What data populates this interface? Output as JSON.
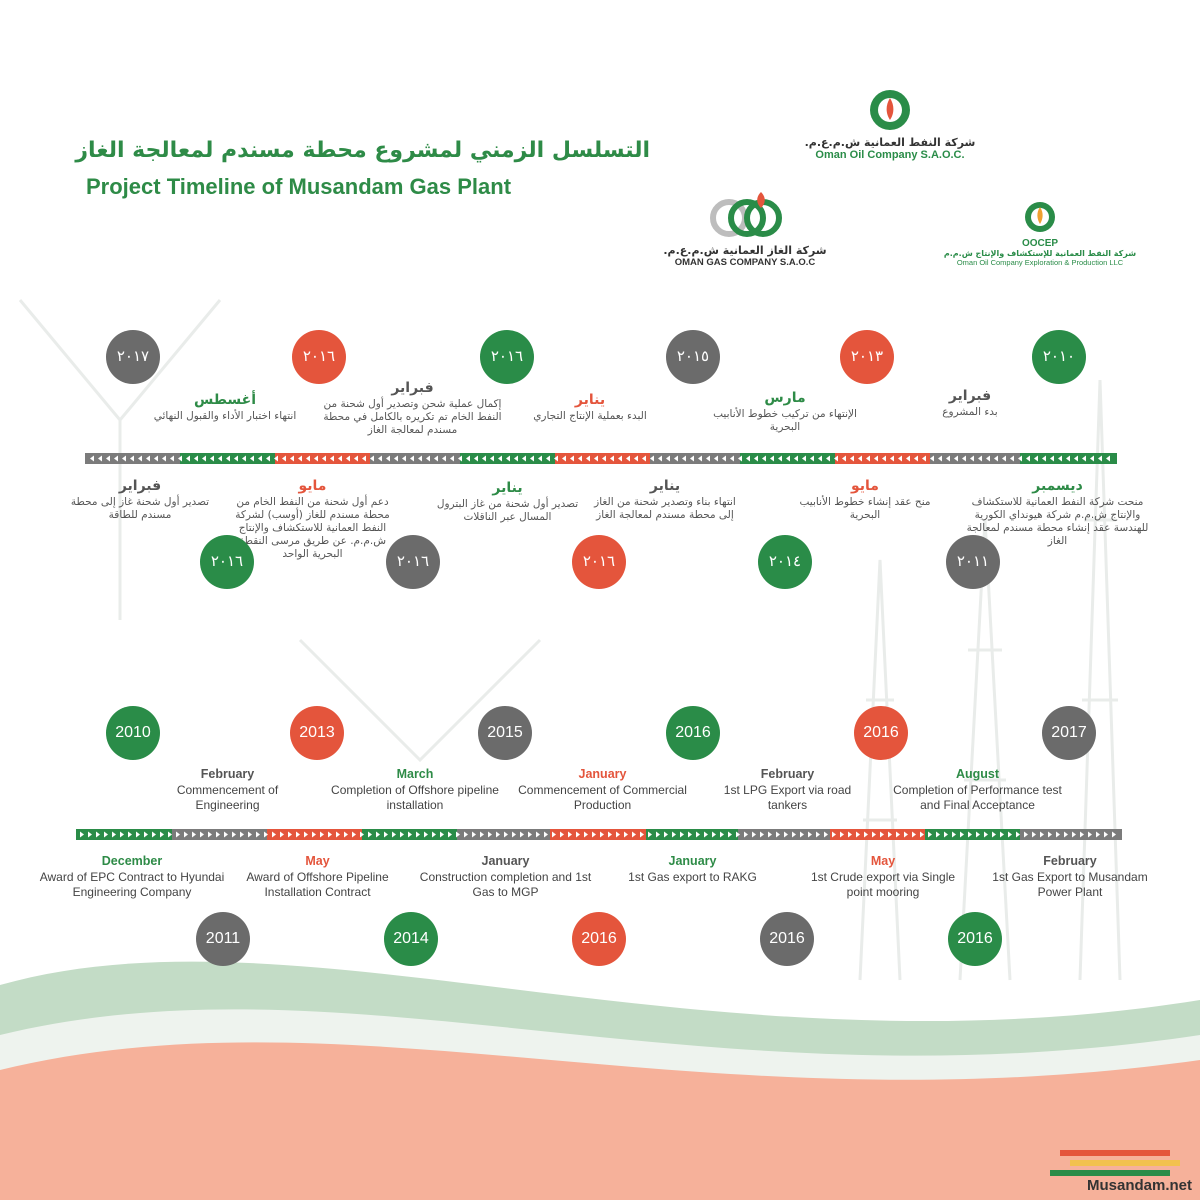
{
  "header": {
    "title_ar": "التسلسل الزمني لمشروع محطة مسندم لمعالجة الغاز",
    "title_en": "Project Timeline of Musandam Gas Plant"
  },
  "logos": {
    "oman_oil": {
      "ar": "شركة النفط العمانية ش.م.ع.م.",
      "en": "Oman Oil Company S.A.O.C."
    },
    "omangas": {
      "ar": "شركة الغاز العمانية ش.م.ع.م.",
      "en": "OMAN GAS COMPANY S.A.O.C"
    },
    "oocep": {
      "name": "OOCEP",
      "ar": "شركة النفط العمانية للإستكشاف والإنتاج ش.م.م",
      "en": "Oman Oil Company Exploration & Production LLC"
    }
  },
  "watermark": "Musandam.net",
  "colors": {
    "green": "#2a8c48",
    "red": "#e4553c",
    "gray": "#6b6b6b",
    "title": "#2e8b47"
  },
  "arabic_timeline": {
    "top": [
      {
        "year": "٢٠١٠",
        "color": "green",
        "month": "فبراير",
        "desc": "بدء المشروع"
      },
      {
        "year": "٢٠١٣",
        "color": "red",
        "month": "مارس",
        "desc": "الإنتهاء من تركيب خطوط الأنابيب البحرية"
      },
      {
        "year": "٢٠١٥",
        "color": "gray",
        "month": "يناير",
        "desc": "البدء بعملية الإنتاج التجاري"
      },
      {
        "year": "٢٠١٦",
        "color": "green",
        "month": "يناير",
        "desc": "تصدير أول شحنة من غاز البترول المسال عبر الناقلات"
      },
      {
        "year": "٢٠١٦",
        "color": "red",
        "month": "فبراير",
        "desc": "إكمال عملية شحن وتصدير أول شحنة من النفط الخام تم تكريره بالكامل في محطة مسندم لمعالجة الغاز"
      },
      {
        "year": "٢٠١٧",
        "color": "gray",
        "month": "أغسطس",
        "desc": "انتهاء اختبار الأداء والقبول النهائي"
      }
    ],
    "bottom": [
      {
        "year": "٢٠١١",
        "color": "gray",
        "month": "ديسمبر",
        "desc": "منحت شركة النفط العمانية للاستكشاف والإنتاج ش.م.م شركة هيونداي الكورية للهندسة عقد إنشاء محطة مسندم لمعالجة الغاز"
      },
      {
        "year": "٢٠١٤",
        "color": "green",
        "month": "مايو",
        "desc": "منح عقد إنشاء خطوط الأنابيب البحرية"
      },
      {
        "year": "٢٠١٦",
        "color": "red",
        "month": "يناير",
        "desc": "انتهاء بناء وتصدير شحنة من الغاز إلى محطة مسندم لمعالجة الغاز"
      },
      {
        "year": "٢٠١٦",
        "color": "gray",
        "month": "مايو",
        "desc": "دعم أول شحنة من النفط الخام من محطة مسندم للغاز (أوسب) لشركة النفط العمانية للاستكشاف والإنتاج ش.م.م. عن طريق مرسى النقطة البحرية الواحد"
      },
      {
        "year": "٢٠١٦",
        "color": "green",
        "month": "فبراير",
        "desc": "تصدير أول شحنة غاز إلى محطة مسندم للطاقة"
      }
    ]
  },
  "english_timeline": {
    "top": [
      {
        "year": "2010",
        "color": "green",
        "month": "February",
        "desc": "Commencement of Engineering"
      },
      {
        "year": "2013",
        "color": "red",
        "month": "March",
        "desc": "Completion of Offshore pipeline installation"
      },
      {
        "year": "2015",
        "color": "gray",
        "month": "January",
        "desc": "Commencement of Commercial Production"
      },
      {
        "year": "2016",
        "color": "green",
        "month": "February",
        "desc": "1st LPG Export via road tankers"
      },
      {
        "year": "2016",
        "color": "red",
        "month": "August",
        "desc": "Completion of Performance test and Final Acceptance"
      },
      {
        "year": "2017",
        "color": "gray",
        "month": "",
        "desc": ""
      }
    ],
    "bottom": [
      {
        "year": "2011",
        "color": "gray",
        "month": "December",
        "desc": "Award of EPC Contract to Hyundai Engineering Company"
      },
      {
        "year": "2014",
        "color": "green",
        "month": "May",
        "desc": "Award of Offshore Pipeline Installation Contract"
      },
      {
        "year": "2016",
        "color": "red",
        "month": "January",
        "desc": "Construction completion and 1st Gas to MGP"
      },
      {
        "year": "2016",
        "color": "gray",
        "month": "January",
        "desc": "1st Gas export to RAKG"
      },
      {
        "year": "2016",
        "color": "green",
        "month": "May",
        "desc": "1st Crude export via Single point mooring"
      },
      {
        "year": "",
        "color": "",
        "month": "February",
        "desc": "1st Gas Export to Musandam Power Plant"
      }
    ]
  }
}
